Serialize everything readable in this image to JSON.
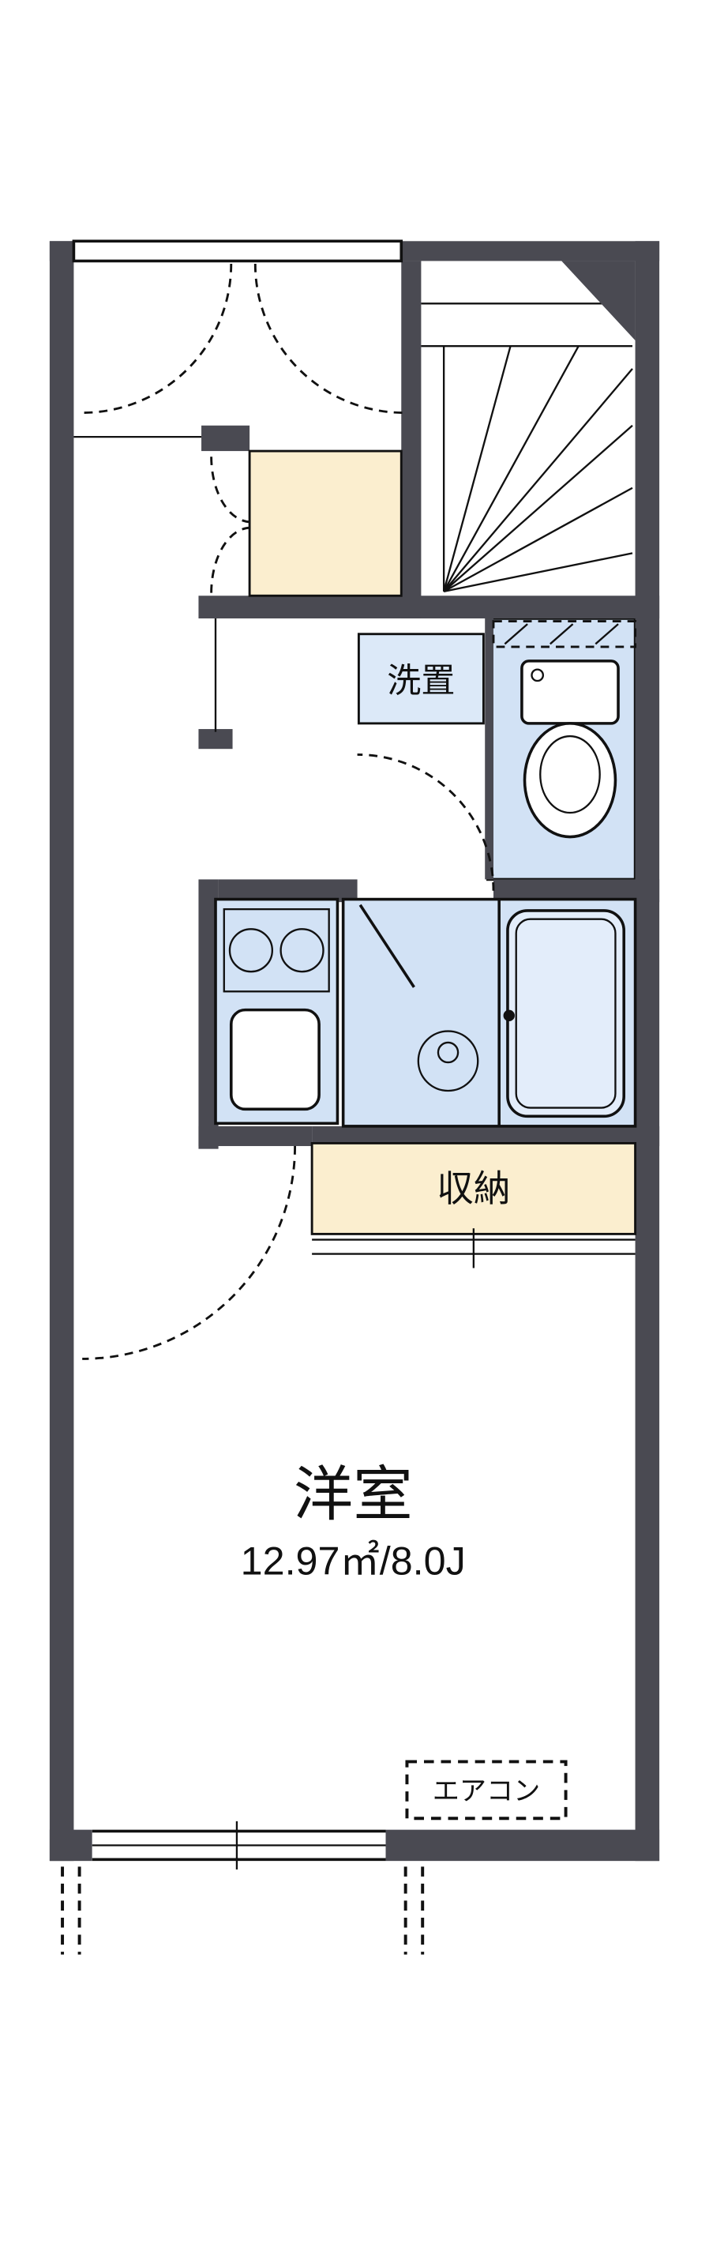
{
  "floorplan": {
    "labels": {
      "washer": "洗置",
      "storage": "収納",
      "room_name": "洋室",
      "room_size": "12.97㎡/8.0J",
      "aircon": "エアコン"
    },
    "colors": {
      "wall": "#4a4a52",
      "water_room_fill": "#d2e2f5",
      "washer_box_fill": "#dce9f8",
      "storage_fill": "#fbeecf",
      "bathtub_fill": "#e3edfa",
      "outline": "#111111",
      "background": "#ffffff"
    }
  }
}
